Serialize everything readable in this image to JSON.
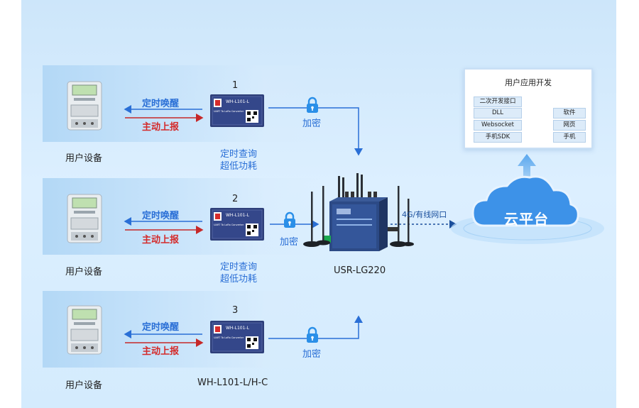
{
  "rows": [
    {
      "device_label": "用户设备",
      "wake_label": "定时唤醒",
      "report_label": "主动上报",
      "module_number": "1",
      "module_text": "WH-L101-L",
      "module_subtext": "UART To LoRa Converter",
      "feature_line1": "定时查询",
      "feature_line2": "超低功耗",
      "lock_label": "加密"
    },
    {
      "device_label": "用户设备",
      "wake_label": "定时唤醒",
      "report_label": "主动上报",
      "module_number": "2",
      "module_text": "WH-L101-L",
      "module_subtext": "UART To LoRa Converter",
      "feature_line1": "定时查询",
      "feature_line2": "超低功耗",
      "lock_label": "加密"
    },
    {
      "device_label": "用户设备",
      "wake_label": "定时唤醒",
      "report_label": "主动上报",
      "module_number": "3",
      "module_text": "WH-L101-L",
      "module_subtext": "UART To LoRa Converter",
      "model_label": "WH-L101-L/H-C",
      "lock_label": "加密"
    }
  ],
  "gateway": {
    "label": "USR-LG220"
  },
  "network": {
    "label": "4G/有线网口"
  },
  "cloud": {
    "label": "云平台"
  },
  "dev_panel": {
    "title": "用户应用开发",
    "interface_label": "二次开发接口",
    "left_items": [
      "DLL",
      "Websocket",
      "手机SDK"
    ],
    "right_items": [
      "软件",
      "网页",
      "手机"
    ]
  },
  "colors": {
    "accent_blue": "#2a6fd6",
    "report_red": "#d42a2a",
    "cloud_blue": "#3a8fe6"
  },
  "icons": [
    "lock-icon",
    "meter-icon",
    "lora-module-icon",
    "gateway-icon",
    "antenna-icon",
    "cloud-icon"
  ]
}
